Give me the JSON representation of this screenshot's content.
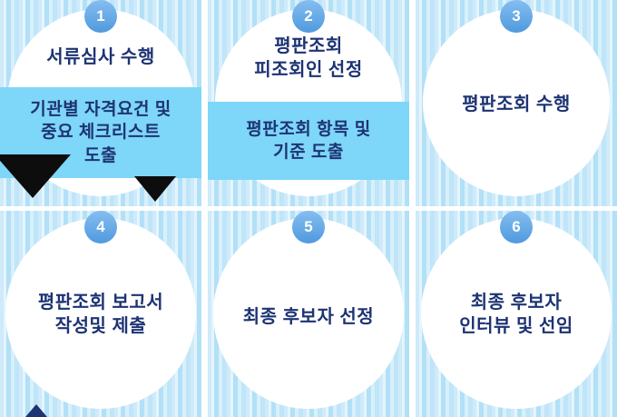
{
  "colors": {
    "stripe_a": "#cfeafa",
    "stripe_b": "#e4f5fd",
    "stripe_c": "#b2e0f7",
    "stripe_d": "#d8f0fb",
    "stripe_e": "#bfe5f8",
    "badge_blue": "#4f9ade",
    "badge_blue_light": "#85bdf0",
    "box_blue": "#7ed6f8",
    "text_navy": "#1d3373",
    "triangle_black": "#0d0d0d"
  },
  "steps": [
    {
      "number": "1",
      "title": "서류심사 수행",
      "box": "기관별 자격요건 및\n중요 체크리스트\n도출"
    },
    {
      "number": "2",
      "title": "평판조회\n피조회인 선정",
      "box": "평판조회 항목 및\n기준 도출"
    },
    {
      "number": "3",
      "title": "평판조회 수행"
    },
    {
      "number": "4",
      "title": "평판조회 보고서\n작성및 제출"
    },
    {
      "number": "5",
      "title": "최종 후보자 선정"
    },
    {
      "number": "6",
      "title": "최종 후보자\n인터뷰 및 선임"
    }
  ]
}
